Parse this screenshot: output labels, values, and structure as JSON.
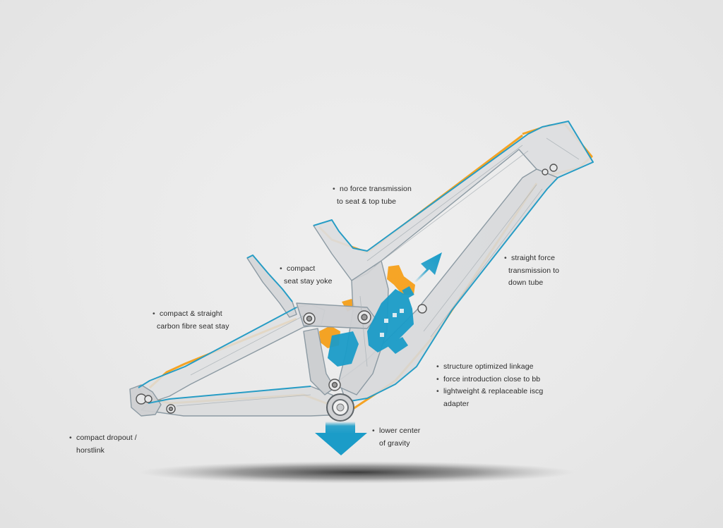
{
  "colors": {
    "background": "#ebebeb",
    "frame_fill": "#d9dadb",
    "frame_stroke": "#8c9aa3",
    "blue_accent": "#1b9cc8",
    "orange_accent": "#f5a01a",
    "shadow": "#2a2a2a",
    "text": "#2b2b2b"
  },
  "callouts": {
    "no_force": [
      "no force transmission",
      "to seat & top tube"
    ],
    "seat_stay_yoke": [
      "compact",
      "seat stay yoke"
    ],
    "seat_stay": [
      "compact & straight",
      "carbon fibre seat stay"
    ],
    "down_tube": [
      "straight force",
      "transmission to",
      "down tube"
    ],
    "linkage": [
      "structure optimized linkage",
      "force introduction close to bb",
      "lightweight & replaceable iscg",
      "adapter"
    ],
    "gravity": [
      "lower center",
      "of gravity"
    ],
    "dropout": [
      "compact dropout /",
      "horstlink"
    ]
  },
  "icons": {
    "up_arrow": "arrow-up-right-icon",
    "down_arrow": "arrow-down-icon"
  }
}
